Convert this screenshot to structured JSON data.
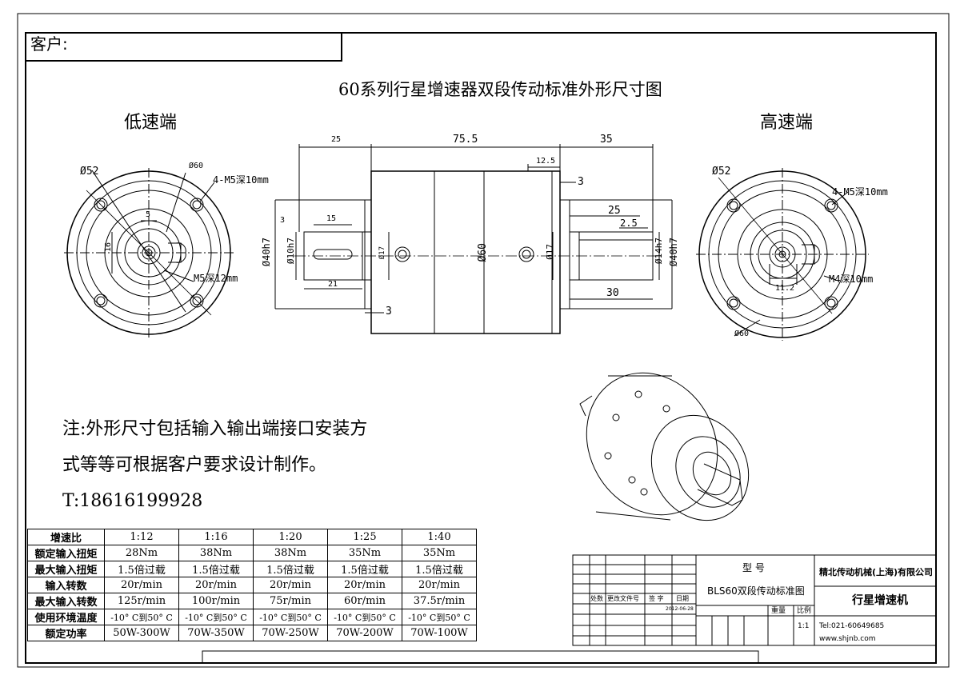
{
  "customer_label": "客户:",
  "title": "60系列行星增速器双段传动标准外形尺寸图",
  "low_speed_label": "低速端",
  "high_speed_label": "高速端",
  "dims": {
    "top_25": "25",
    "top_75_5": "75.5",
    "top_35": "35",
    "d12_5": "12.5",
    "d3_right": "3",
    "d25": "25",
    "d2_5": "2.5",
    "d30": "30",
    "d14h7": "Ø14h7",
    "d40h7_right": "Ø40h7",
    "d40h7_left": "Ø40h7",
    "d10h7": "Ø10h7",
    "d17_left": "Ø17",
    "d60_side": "Ø60",
    "d17_right": "Ø17",
    "d3_left": "3",
    "d15": "15",
    "d3_small": "3",
    "d21": "21",
    "d3_bottom": "3"
  },
  "left_view": {
    "d52": "Ø52",
    "d60": "Ø60",
    "m5_holes": "4-M5深10mm",
    "d5": "5",
    "d16": "16",
    "m5_tap": "M5深12mm"
  },
  "right_view": {
    "d52": "Ø52",
    "m5_holes": "4-M5深10mm",
    "d11_2": "11.2",
    "m4_tap": "M4深10mm",
    "d60": "Ø60"
  },
  "note": {
    "line1": "注:外形尺寸包括输入输出端接口安装方",
    "line2": "式等等可根据客户要求设计制作。",
    "phone": "T:18616199928"
  },
  "spec_table": {
    "rows": [
      [
        "增速比",
        "1:12",
        "1:16",
        "1:20",
        "1:25",
        "1:40"
      ],
      [
        "额定输入扭矩",
        "28Nm",
        "38Nm",
        "38Nm",
        "35Nm",
        "35Nm"
      ],
      [
        "最大输入扭矩",
        "1.5倍过载",
        "1.5倍过载",
        "1.5倍过载",
        "1.5倍过载",
        "1.5倍过载"
      ],
      [
        "输入转数",
        "20r/min",
        "20r/min",
        "20r/min",
        "20r/min",
        "20r/min"
      ],
      [
        "最大输入转数",
        "125r/min",
        "100r/min",
        "75r/min",
        "60r/min",
        "37.5r/min"
      ],
      [
        "使用环境温度",
        "-10° C到50° C",
        "-10° C到50° C",
        "-10° C到50° C",
        "-10° C到50° C",
        "-10° C到50° C"
      ],
      [
        "额定功率",
        "50W-300W",
        "70W-350W",
        "70W-250W",
        "70W-200W",
        "70W-100W"
      ]
    ]
  },
  "title_block": {
    "model_label": "型  号",
    "model_value": "BLS60双段传动标准图",
    "company": "精北传动机械(上海)有限公司",
    "product": "行星增速机",
    "weight_label": "重量",
    "scale_label": "比例",
    "scale_value": "1:1",
    "tel": "Tel:021-60649685",
    "web": "www.shjnb.com",
    "rev_headers": [
      "处数",
      "更改文件号",
      "签 字",
      "日期"
    ],
    "date": "2012-06-28"
  }
}
